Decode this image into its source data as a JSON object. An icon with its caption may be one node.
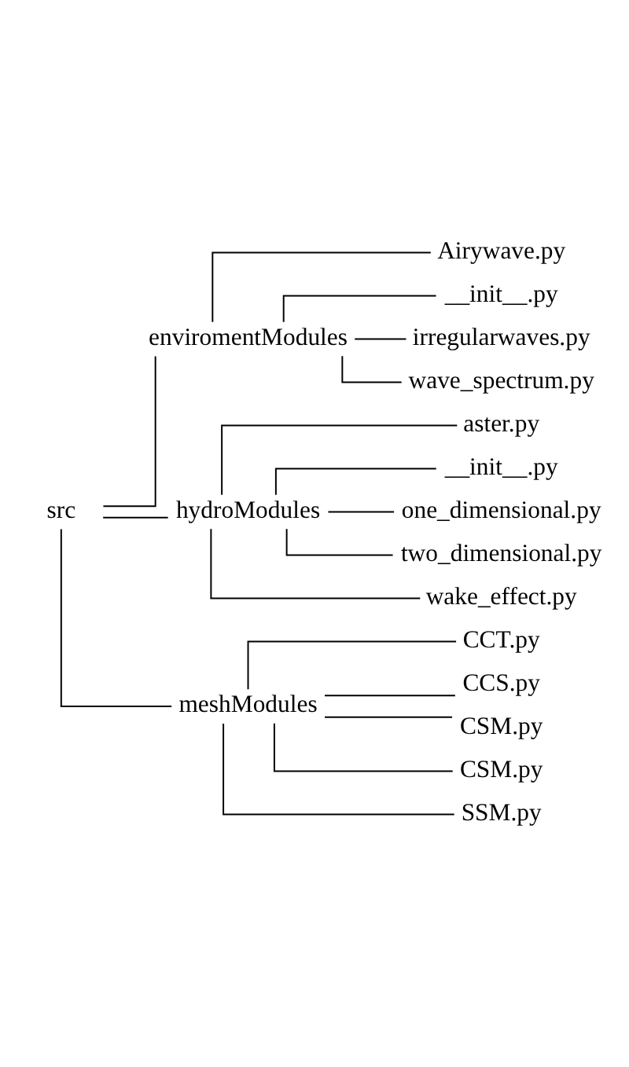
{
  "diagram": {
    "nodes": [
      {
        "text": [
          "src"
        ]
      },
      {
        "text": [
          "enviromentModules"
        ]
      },
      {
        "text": [
          "Airywave.py"
        ]
      },
      {
        "text": [
          "__init__.py"
        ]
      },
      {
        "text": [
          "irregularwaves.py"
        ]
      },
      {
        "text": [
          "wave_spectrum.py"
        ]
      },
      {
        "text": [
          "hydroModules"
        ]
      },
      {
        "text": [
          "aster.py"
        ]
      },
      {
        "text": [
          "__init__.py"
        ]
      },
      {
        "text": [
          "one_dimensional.py"
        ]
      },
      {
        "text": [
          "two_dimensional.py"
        ]
      },
      {
        "text": [
          "wake_effect.py"
        ]
      },
      {
        "text": [
          "meshModules"
        ]
      },
      {
        "text": [
          "CCT.py"
        ]
      },
      {
        "text": [
          "CCS.py"
        ]
      },
      {
        "text": [
          "CSM.py"
        ]
      },
      {
        "text": [
          "CSM.py"
        ]
      },
      {
        "text": [
          "SSM.py"
        ]
      }
    ],
    "edges": [
      {
        "from": 0,
        "to": 1,
        "arrow": "none"
      },
      {
        "from": 1,
        "to": 2,
        "arrow": "none"
      },
      {
        "from": 1,
        "to": 3,
        "arrow": "none"
      },
      {
        "from": 1,
        "to": 4,
        "arrow": "none"
      },
      {
        "from": 1,
        "to": 5,
        "arrow": "none"
      },
      {
        "from": 0,
        "to": 6,
        "arrow": "none"
      },
      {
        "from": 6,
        "to": 7,
        "arrow": "none"
      },
      {
        "from": 6,
        "to": 8,
        "arrow": "none"
      },
      {
        "from": 6,
        "to": 9,
        "arrow": "none"
      },
      {
        "from": 6,
        "to": 10,
        "arrow": "none"
      },
      {
        "from": 6,
        "to": 11,
        "arrow": "none"
      },
      {
        "from": 0,
        "to": 12,
        "arrow": "none"
      },
      {
        "from": 12,
        "to": 13,
        "arrow": "none"
      },
      {
        "from": 12,
        "to": 14,
        "arrow": "none"
      },
      {
        "from": 12,
        "to": 15,
        "arrow": "none"
      },
      {
        "from": 12,
        "to": 16,
        "arrow": "none"
      },
      {
        "from": 12,
        "to": 17,
        "arrow": "none"
      }
    ]
  }
}
